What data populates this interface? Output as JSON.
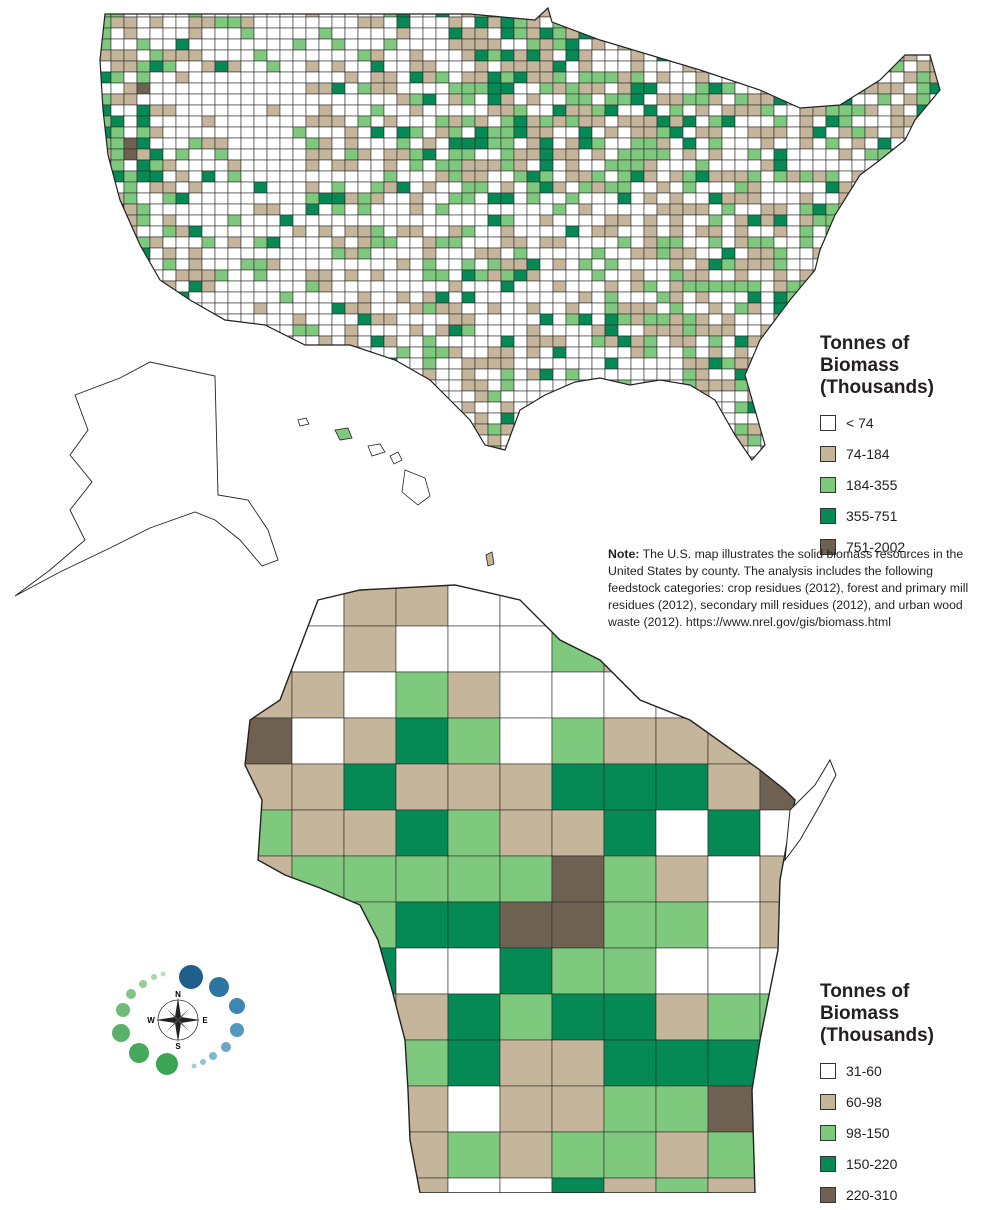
{
  "us_legend": {
    "title_line1": "Tonnes of Biomass",
    "title_line2": "(Thousands)",
    "items": [
      {
        "label": "< 74",
        "color": "#ffffff"
      },
      {
        "label": "74-184",
        "color": "#c4b59b"
      },
      {
        "label": "184-355",
        "color": "#7fc97f"
      },
      {
        "label": "355-751",
        "color": "#068a55"
      },
      {
        "label": "751-2002",
        "color": "#6e6152"
      }
    ]
  },
  "wi_legend": {
    "title_line1": "Tonnes of Biomass",
    "title_line2": "(Thousands)",
    "items": [
      {
        "label": "31-60",
        "color": "#ffffff"
      },
      {
        "label": "60-98",
        "color": "#c4b59b"
      },
      {
        "label": "98-150",
        "color": "#7fc97f"
      },
      {
        "label": "150-220",
        "color": "#068a55"
      },
      {
        "label": "220-310",
        "color": "#6e6152"
      }
    ]
  },
  "note": {
    "label": "Note:",
    "text": "The U.S. map illustrates the solid biomass resources in the United States by county. The analysis includes the following feedstock categories: crop residues (2012), forest and primary mill residues (2012), secondary mill residues (2012), and urban wood waste (2012). https://www.nrel.gov/gis/biomass.html"
  },
  "compass": {
    "n": "N",
    "s": "S",
    "e": "E",
    "w": "W"
  }
}
